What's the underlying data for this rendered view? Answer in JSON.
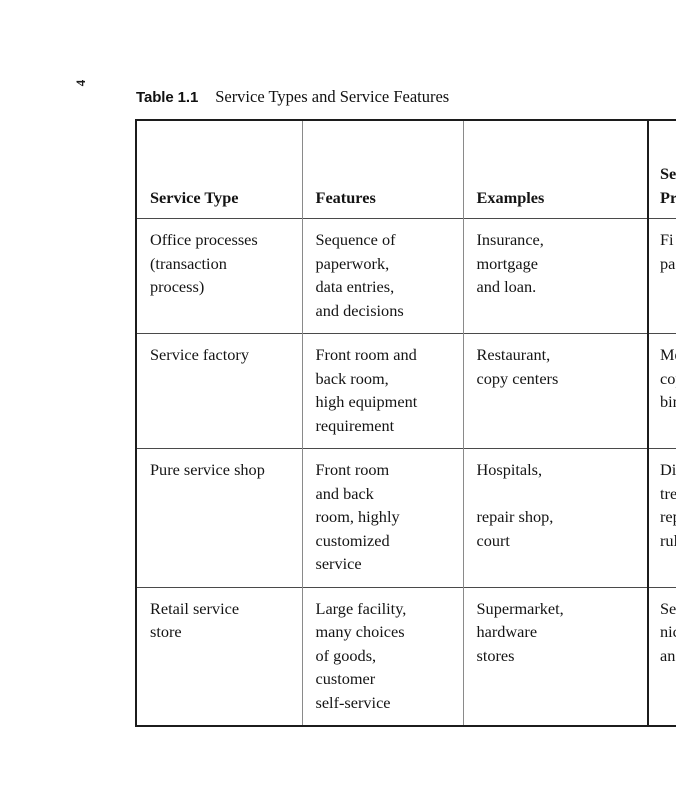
{
  "page": {
    "folio": "4",
    "background_color": "#ffffff",
    "text_color": "#141414",
    "rule_color_outer": "#1c1c1c",
    "rule_color_inner": "#8a8a8a"
  },
  "caption": {
    "label": "Table 1.1",
    "title": "Service Types and Service Features"
  },
  "table": {
    "headers": [
      {
        "lines": [
          "Service Type"
        ]
      },
      {
        "lines": [
          "Features"
        ]
      },
      {
        "lines": [
          "Examples"
        ]
      },
      {
        "lines": [
          "Se",
          "Pr"
        ],
        "truncated": true
      }
    ],
    "rows": [
      {
        "service_type": [
          "Office processes",
          "(transaction",
          "process)"
        ],
        "features": [
          "Sequence of",
          "paperwork,",
          "data entries,",
          "and decisions"
        ],
        "examples": [
          "Insurance,",
          "mortgage",
          "and loan."
        ],
        "service_process": [
          "Fi",
          "pa"
        ]
      },
      {
        "service_type": [
          "Service factory"
        ],
        "features": [
          "Front room and",
          "back room,",
          "high equipment",
          "requirement"
        ],
        "examples": [
          "Restaurant,",
          "copy centers"
        ],
        "service_process": [
          "Me",
          "cop",
          "bin"
        ]
      },
      {
        "service_type": [
          "Pure service shop"
        ],
        "features": [
          "Front room",
          "and back",
          "room, highly",
          "customized",
          "service"
        ],
        "examples": [
          "Hospitals,",
          "",
          "repair shop,",
          "court"
        ],
        "service_process": [
          "Di",
          "tre",
          "rep",
          "rul"
        ]
      },
      {
        "service_type": [
          "Retail service",
          "store"
        ],
        "features": [
          "Large facility,",
          "many choices",
          "of goods,",
          "customer",
          "self-service"
        ],
        "examples": [
          "Supermarket,",
          "hardware",
          "stores"
        ],
        "service_process": [
          "Se",
          "nic",
          "an"
        ]
      }
    ]
  }
}
